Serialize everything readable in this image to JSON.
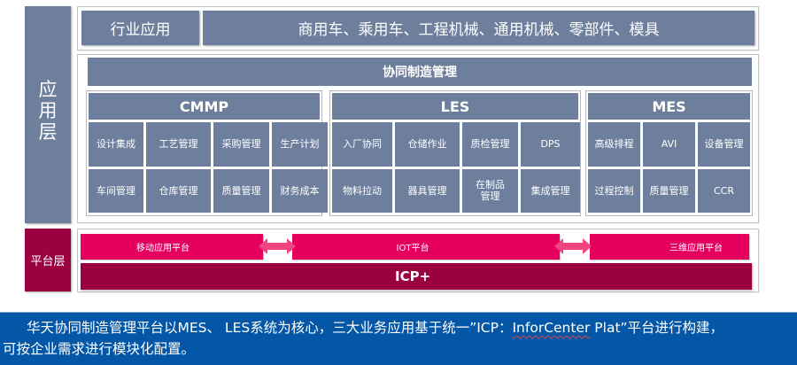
{
  "side_labels": {
    "application_layer": [
      "应",
      "用",
      "层"
    ],
    "platform_layer": "平台层"
  },
  "industry": {
    "label": "行业应用",
    "sectors": "商用车、乘用车、工程机械、通用机械、零部件、模具"
  },
  "collab_title": "协同制造管理",
  "groups": {
    "cmmp": {
      "title": "CMMP",
      "modules": [
        "设计集成",
        "工艺管理",
        "采购管理",
        "生产计划",
        "车间管理",
        "仓库管理",
        "质量管理",
        "财务成本"
      ]
    },
    "les": {
      "title": "LES",
      "modules": [
        "入厂协同",
        "仓储作业",
        "质检管理",
        "DPS",
        "物料拉动",
        "器具管理",
        "在制品\n管理",
        "集成管理"
      ]
    },
    "mes": {
      "title": "MES",
      "modules": [
        "高级排程",
        "AVI",
        "设备管理",
        "过程控制",
        "质量管理",
        "CCR"
      ]
    }
  },
  "platform": {
    "mobile": "移动应用平台",
    "iot": "IOT平台",
    "three_d": "三维应用平台",
    "core": "ICP+"
  },
  "caption": {
    "line1_a": "华天协同制造管理平台以MES、 LES系统为核心，三大业务应用基于统一”ICP：",
    "line1_b": "InforCenter",
    "line1_c": " Plat”平台进行构建，",
    "line2": "可按企业需求进行模块化配置。"
  },
  "colors": {
    "slate": "#6d7f9d",
    "platform_dark": "#9b0041",
    "platform_pink": "#e5005f",
    "arrow_pink": "#f0447f",
    "caption_blue": "#0457a6"
  }
}
